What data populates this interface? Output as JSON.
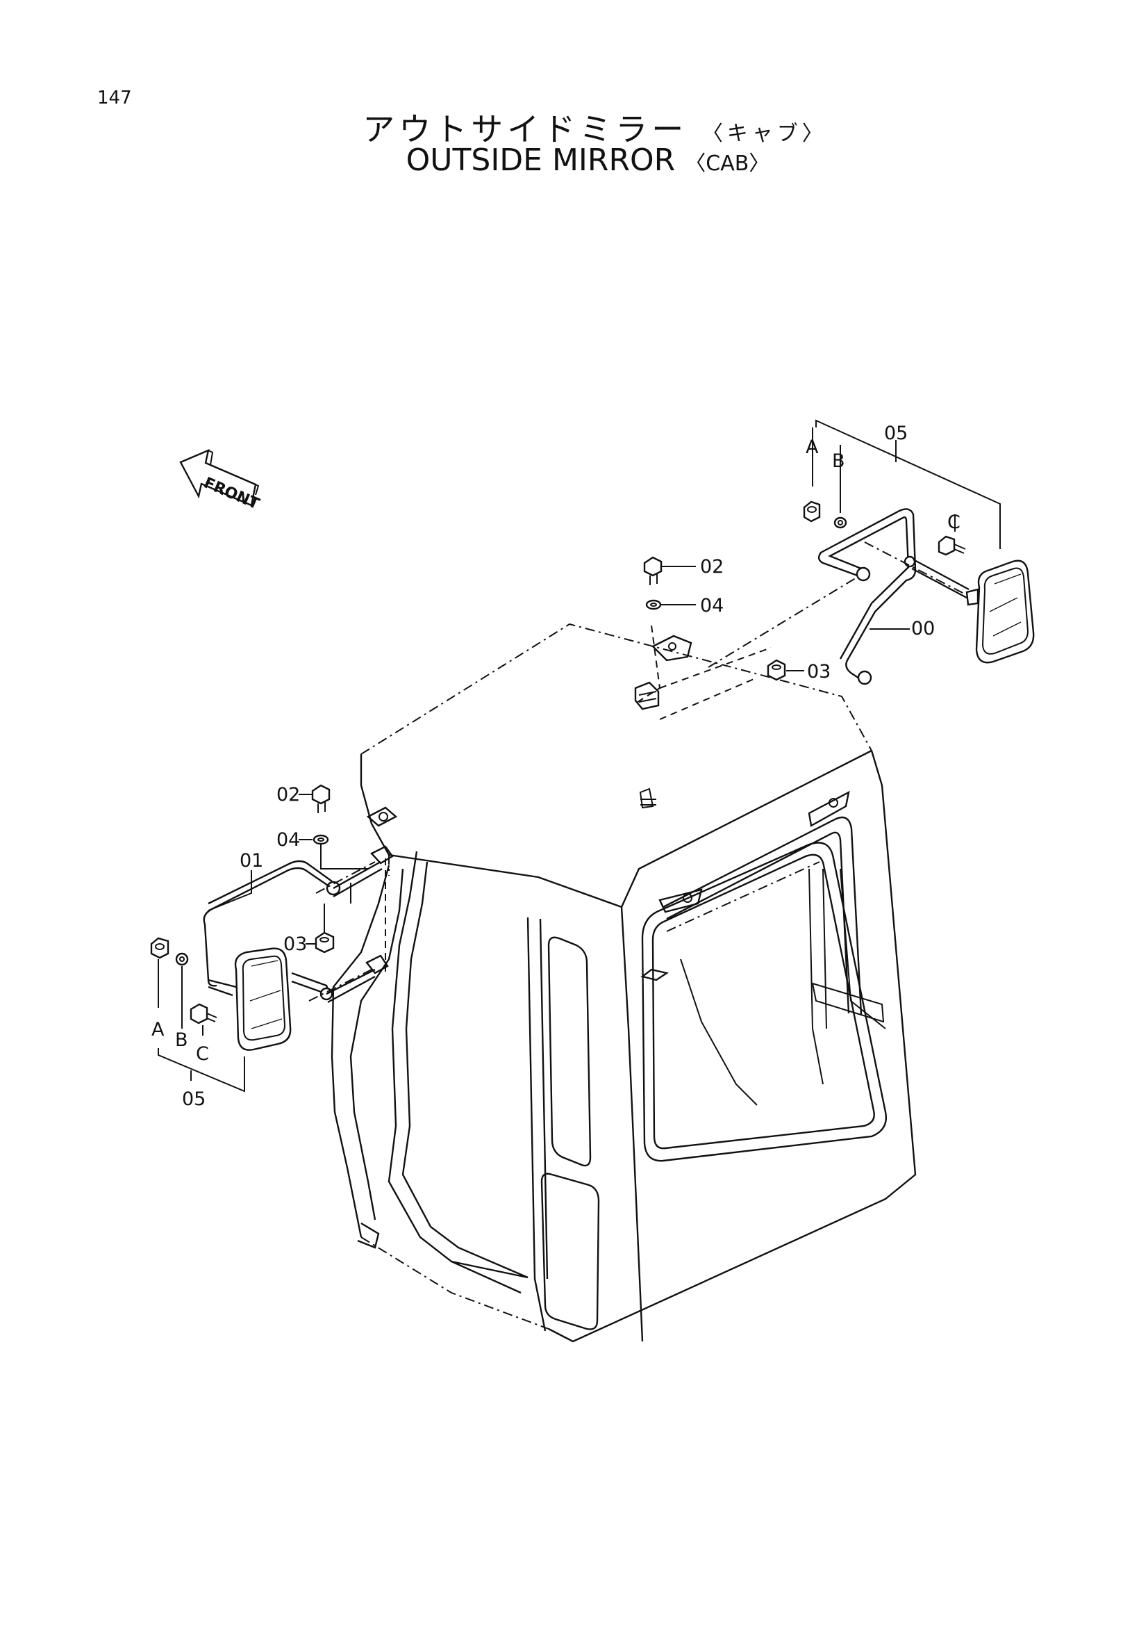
{
  "page": {
    "number": "147"
  },
  "title": {
    "ja": "アウトサイドミラー",
    "ja_sub": "〈キャブ〉",
    "en": "OUTSIDE MIRROR",
    "en_sub": "〈CAB〉"
  },
  "front_arrow": {
    "label": "FRONT"
  },
  "callouts": {
    "right_assy": "05",
    "right_a": "A",
    "right_b": "B",
    "right_c": "C",
    "stay_right": "00",
    "bolt_top": "02",
    "washer_top": "04",
    "nut_top": "03",
    "bolt_left": "02",
    "washer_left": "04",
    "stay_left": "01",
    "nut_left": "03",
    "left_a": "A",
    "left_b": "B",
    "left_c": "C",
    "left_assy": "05"
  }
}
